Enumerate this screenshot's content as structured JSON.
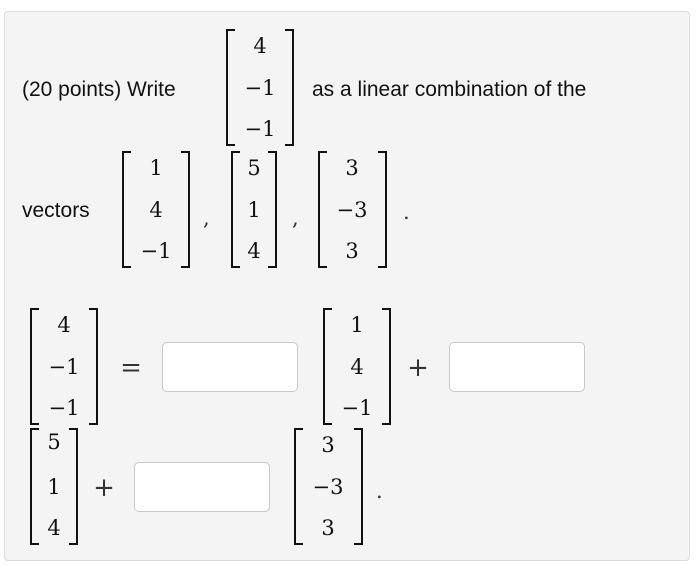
{
  "question": {
    "prompt_start": "(20 points) Write",
    "prompt_end": "as a linear combination of the",
    "vectors_word": "vectors"
  },
  "target_vector": [
    "4",
    "−1",
    "−1"
  ],
  "basis_vectors": [
    [
      "1",
      "4",
      "−1"
    ],
    [
      "5",
      "1",
      "4"
    ],
    [
      "3",
      "−3",
      "3"
    ]
  ],
  "symbols": {
    "comma": ",",
    "period": ".",
    "equals": "=",
    "plus": "+"
  },
  "answers": [
    {
      "value": ""
    },
    {
      "value": ""
    },
    {
      "value": ""
    }
  ]
}
